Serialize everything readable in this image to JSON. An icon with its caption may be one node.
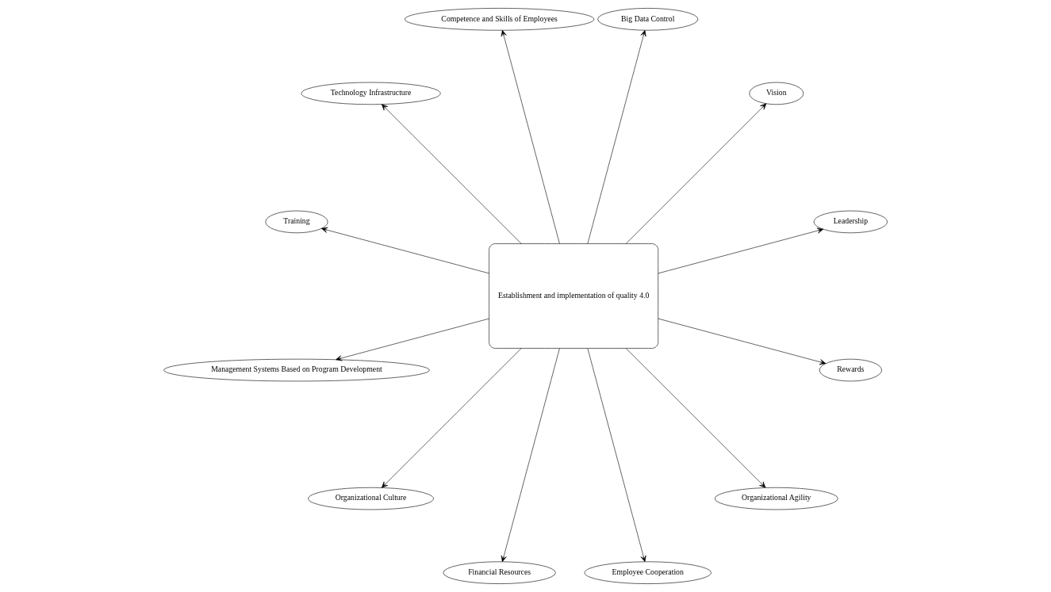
{
  "diagram": {
    "nodes": [
      {
        "text": [
          "Establishment and implementation of quality 4.0"
        ]
      },
      {
        "text": [
          "Leadership"
        ]
      },
      {
        "text": [
          "Vision"
        ]
      },
      {
        "text": [
          "Big Data Control"
        ]
      },
      {
        "text": [
          "Competence and Skills of Employees"
        ]
      },
      {
        "text": [
          "Technology Infrastructure"
        ]
      },
      {
        "text": [
          "Training"
        ]
      },
      {
        "text": [
          "Management Systems Based on Program Development"
        ]
      },
      {
        "text": [
          "Organizational Culture"
        ]
      },
      {
        "text": [
          "Financial Resources"
        ]
      },
      {
        "text": [
          "Employee Cooperation"
        ]
      },
      {
        "text": [
          "Organizational Agility"
        ]
      },
      {
        "text": [
          "Rewards"
        ]
      }
    ],
    "edges": [
      {
        "from": 0,
        "to": 1,
        "arrow": "to"
      },
      {
        "from": 0,
        "to": 3,
        "arrow": "to"
      },
      {
        "from": 0,
        "to": 5,
        "arrow": "to"
      },
      {
        "from": 0,
        "to": 7,
        "arrow": "to"
      },
      {
        "from": 0,
        "to": 9,
        "arrow": "to"
      },
      {
        "from": 0,
        "to": 11,
        "arrow": "to"
      },
      {
        "from": 0,
        "to": 12,
        "arrow": "to"
      },
      {
        "from": 0,
        "to": 10,
        "arrow": "to"
      },
      {
        "from": 0,
        "to": 8,
        "arrow": "to"
      },
      {
        "from": 0,
        "to": 6,
        "arrow": "to"
      },
      {
        "from": 0,
        "to": 4,
        "arrow": "to"
      },
      {
        "from": 0,
        "to": 2,
        "arrow": "to"
      }
    ]
  }
}
